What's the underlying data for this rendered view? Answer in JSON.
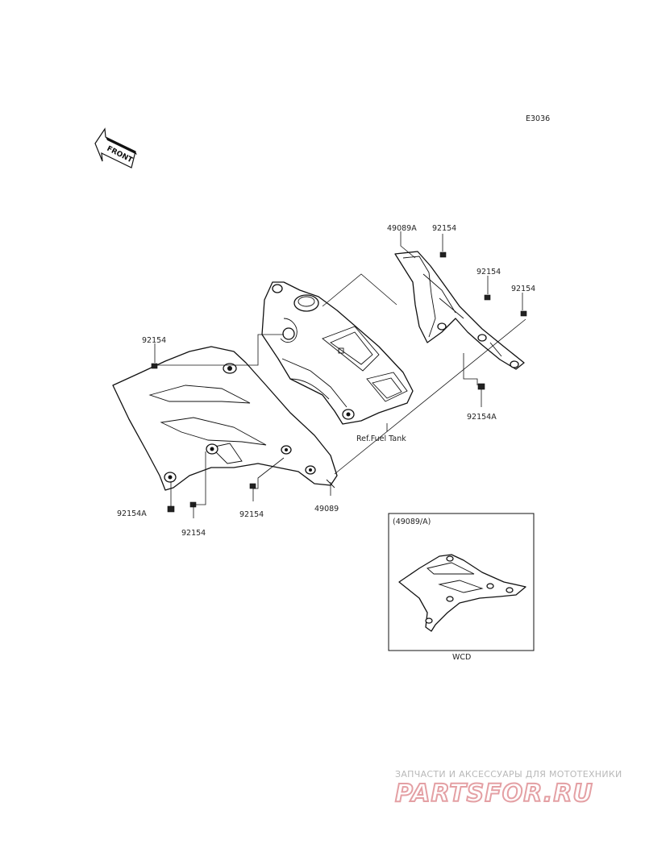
{
  "diagram_code": "E3036",
  "front_label": "FRONT",
  "parts": {
    "p49089A": "49089A",
    "p49089": "49089",
    "p92154_a": "92154",
    "p92154_b": "92154",
    "p92154_c": "92154",
    "p92154_d": "92154",
    "p92154_e": "92154",
    "p92154_f": "92154",
    "p92154A_a": "92154A",
    "p92154A_b": "92154A"
  },
  "ref_label": "Ref.Fuel Tank",
  "inset": {
    "title": "(49089/A)",
    "caption": "WCD"
  },
  "watermark": {
    "tagline": "ЗАПЧАСТИ И АКСЕССУАРЫ ДЛЯ МОТОТЕХНИКИ",
    "brand": "PARTSFOR.RU"
  }
}
